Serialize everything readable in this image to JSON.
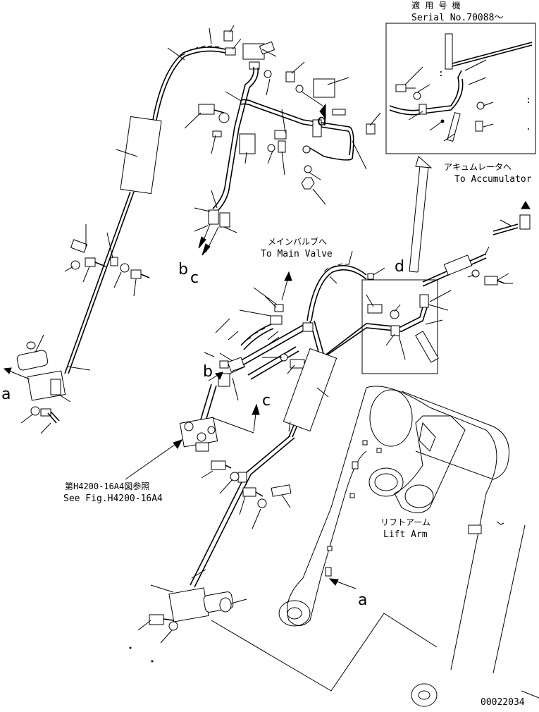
{
  "inset": {
    "title_jp": "適 用 号 機",
    "serial": "Serial No.70088～"
  },
  "labels": {
    "to_accumulator_jp": "アキュムレータへ",
    "to_accumulator_en": "To Accumulator",
    "to_main_valve_jp": "メインバルブへ",
    "to_main_valve_en": "To Main Valve",
    "see_fig_jp": "第H4200-16A4図参照",
    "see_fig_en": "See Fig.H4200-16A4",
    "lift_arm_jp": "リフトアーム",
    "lift_arm_en": "Lift Arm"
  },
  "markers": {
    "a_left": "a",
    "a_right": "a",
    "b_top": "b",
    "c_top": "c",
    "b_mid": "b",
    "c_mid": "c",
    "d_top": "d",
    "d_mid": "d"
  },
  "drawing_number": "00022034"
}
